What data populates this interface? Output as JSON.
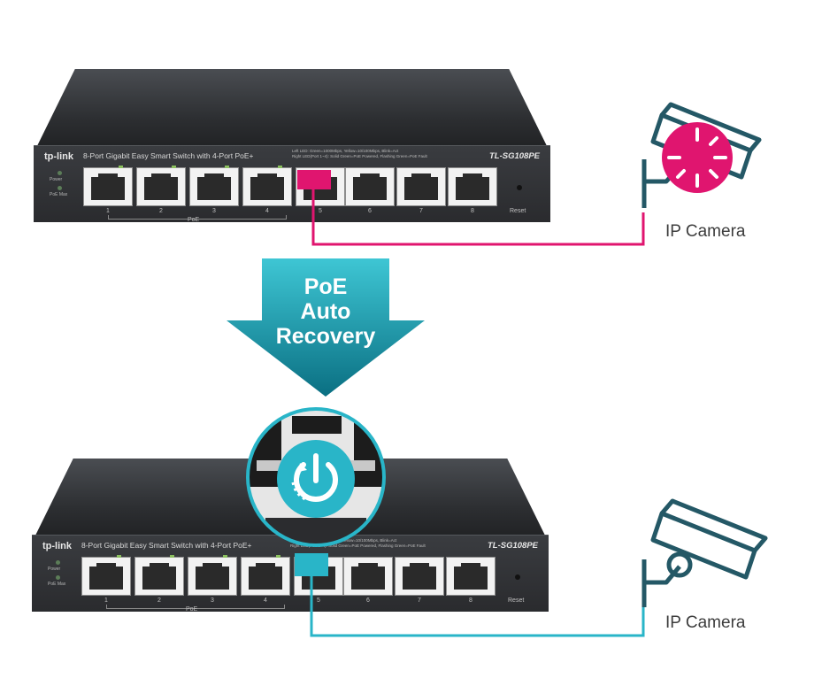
{
  "switch": {
    "brand": "tp-link",
    "description": "8-Port Gigabit Easy Smart Switch with 4-Port PoE+",
    "model": "TL-SG108PE",
    "legend_line1": "Left LED: Green=1000Mbps, Yellow=10/100Mbps, Blink=Act",
    "legend_line2": "Right LED(Port 1~4): Solid Green=PoE Powered, Flashing Green=PoE Fault",
    "led_power": "Power",
    "led_poe_max": "PoE Max",
    "port_numbers": [
      "1",
      "2",
      "3",
      "4",
      "5",
      "6",
      "7",
      "8"
    ],
    "poe_label": "PoE",
    "reset_label": "Reset"
  },
  "arrow": {
    "line1": "PoE",
    "line2": "Auto",
    "line3": "Recovery"
  },
  "camera_top_label": "IP Camera",
  "camera_bottom_label": "IP Camera",
  "colors": {
    "fault_magenta": "#e0156f",
    "recovery_teal": "#29b5c8",
    "arrow_top": "#3ec6d4",
    "arrow_bottom": "#0a6f82",
    "camera_outline": "#245866"
  }
}
